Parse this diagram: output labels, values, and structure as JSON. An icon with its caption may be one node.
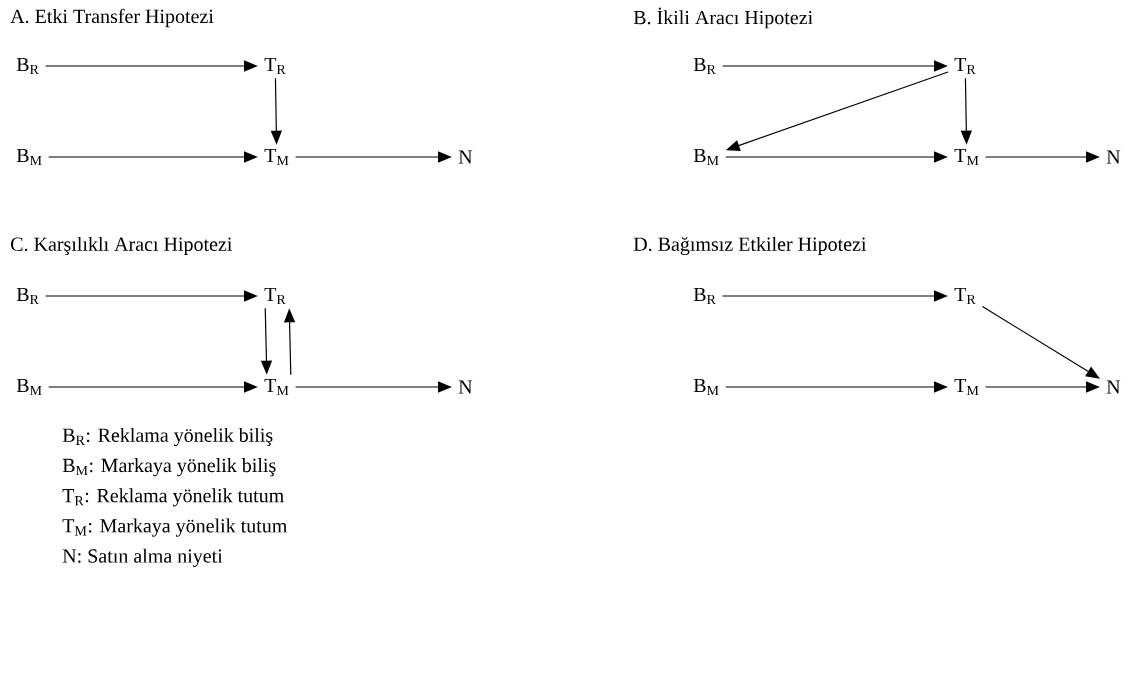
{
  "diagram": {
    "nodes": [
      {
        "text": [
          "B$_{R}$"
        ]
      },
      {
        "text": [
          "T$_{R}$"
        ]
      },
      {
        "text": [
          "B$_{M}$"
        ]
      },
      {
        "text": [
          "T$_{M}$"
        ]
      },
      {
        "text": [
          "N"
        ]
      },
      {
        "text": [
          "B$_{R}$"
        ]
      },
      {
        "text": [
          "T$_{R}$"
        ]
      },
      {
        "text": [
          "B$_{M}$"
        ]
      },
      {
        "text": [
          "T$_{M}$"
        ]
      },
      {
        "text": [
          "N"
        ]
      },
      {
        "text": [
          "B$_{R}$"
        ]
      },
      {
        "text": [
          "T$_{R}$"
        ]
      },
      {
        "text": [
          "B$_{M}$"
        ]
      },
      {
        "text": [
          "T$_{M}$"
        ]
      },
      {
        "text": [
          "N"
        ]
      },
      {
        "text": [
          "B$_{R}$"
        ]
      },
      {
        "text": [
          "T$_{R}$"
        ]
      },
      {
        "text": [
          "B$_{M}$"
        ]
      },
      {
        "text": [
          "T$_{M}$"
        ]
      },
      {
        "text": [
          "N"
        ]
      }
    ],
    "edges": [
      {
        "from": 0,
        "to": 1,
        "arrow": "to"
      },
      {
        "from": 1,
        "to": 3,
        "arrow": "to"
      },
      {
        "from": 2,
        "to": 3,
        "arrow": "to"
      },
      {
        "from": 3,
        "to": 4,
        "arrow": "to"
      },
      {
        "from": 5,
        "to": 6,
        "arrow": "to"
      },
      {
        "from": 6,
        "to": 7,
        "arrow": "to"
      },
      {
        "from": 6,
        "to": 8,
        "arrow": "to"
      },
      {
        "from": 7,
        "to": 8,
        "arrow": "to"
      },
      {
        "from": 8,
        "to": 9,
        "arrow": "to"
      },
      {
        "from": 10,
        "to": 11,
        "arrow": "to"
      },
      {
        "from": 11,
        "to": 13,
        "arrow": "to"
      },
      {
        "from": 13,
        "to": 11,
        "arrow": "to"
      },
      {
        "from": 12,
        "to": 13,
        "arrow": "to"
      },
      {
        "from": 13,
        "to": 14,
        "arrow": "to"
      },
      {
        "from": 15,
        "to": 16,
        "arrow": "to"
      },
      {
        "from": 16,
        "to": 19,
        "arrow": "to"
      },
      {
        "from": 17,
        "to": 18,
        "arrow": "to"
      },
      {
        "from": 18,
        "to": 19,
        "arrow": "to"
      }
    ],
    "labels": [
      "A. Etki Transfer Hipotezi",
      "B. İkili Aracı Hipotezi",
      "C. Karşılıklı Aracı Hipotezi",
      "D. Bağımsız Etkiler Hipotezi",
      "B$_{R}$: Reklama yönelik biliş",
      "B$_{M}$: Markaya yönelik biliş",
      "T$_{R}$: Reklama yönelik tutum",
      "T$_{M}$: Markaya yönelik tutum",
      "N: Satın alma niyeti"
    ]
  }
}
